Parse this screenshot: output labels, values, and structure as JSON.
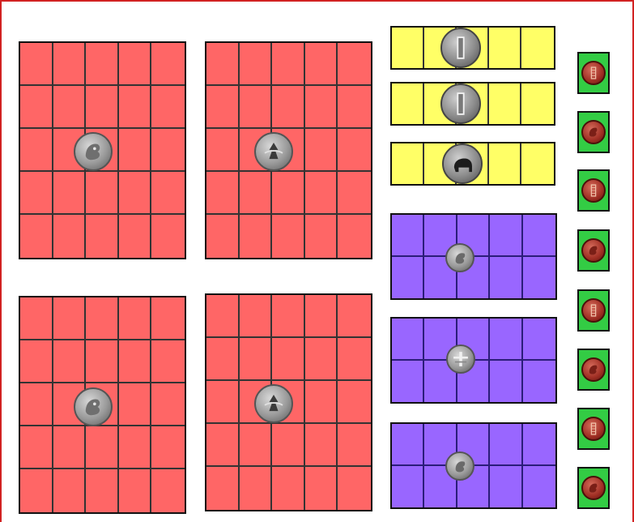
{
  "colors": {
    "frame": "#d22222",
    "quarter_grid": "#ff6666",
    "nickel_strip": "#ffff66",
    "dime_grid": "#9966ff",
    "penny_box": "#33cc44"
  },
  "quarter_grids": [
    {
      "id": "quarter-grid-1",
      "coin": "quarter-heads-icon"
    },
    {
      "id": "quarter-grid-2",
      "coin": "quarter-tails-icon"
    },
    {
      "id": "quarter-grid-3",
      "coin": "quarter-heads-icon"
    },
    {
      "id": "quarter-grid-4",
      "coin": "quarter-tails-icon"
    }
  ],
  "nickel_strips": [
    {
      "id": "nickel-strip-1",
      "coin": "nickel-tails-icon"
    },
    {
      "id": "nickel-strip-2",
      "coin": "nickel-tails-icon"
    },
    {
      "id": "nickel-strip-3",
      "coin": "nickel-bison-icon"
    }
  ],
  "dime_grids": [
    {
      "id": "dime-grid-1",
      "coin": "dime-heads-icon"
    },
    {
      "id": "dime-grid-2",
      "coin": "dime-tails-icon"
    },
    {
      "id": "dime-grid-3",
      "coin": "dime-heads-icon"
    }
  ],
  "pennies": [
    {
      "coin": "penny-tails-icon"
    },
    {
      "coin": "penny-heads-icon"
    },
    {
      "coin": "penny-tails-icon"
    },
    {
      "coin": "penny-heads-icon"
    },
    {
      "coin": "penny-tails-icon"
    },
    {
      "coin": "penny-heads-icon"
    },
    {
      "coin": "penny-tails-icon"
    },
    {
      "coin": "penny-heads-icon"
    }
  ]
}
